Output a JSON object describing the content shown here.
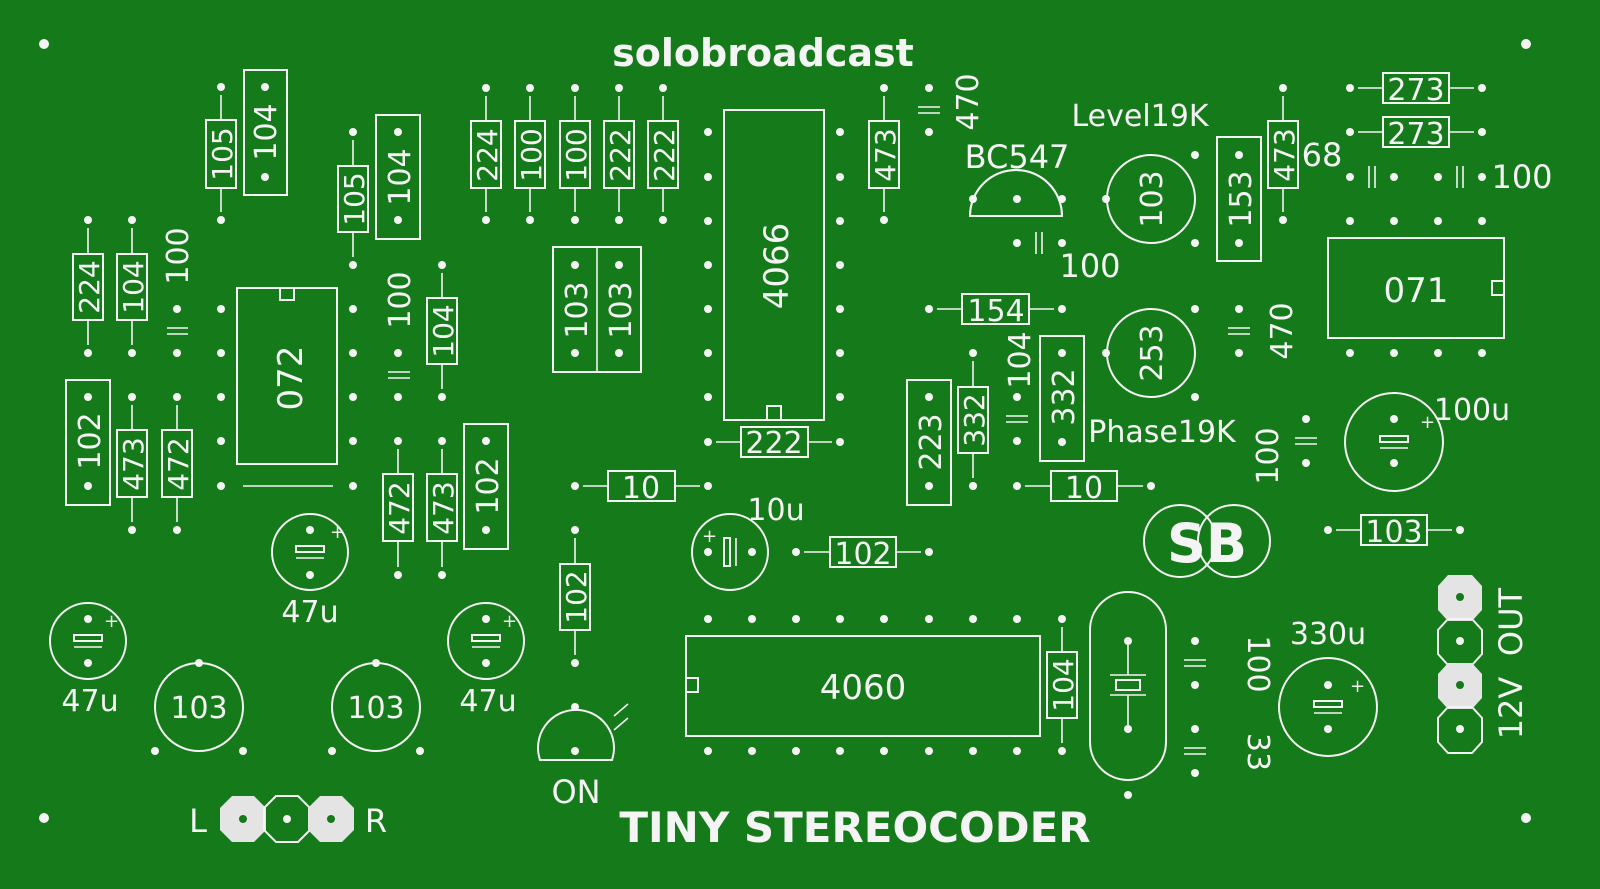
{
  "board": {
    "brand": "solobroadcast",
    "title": "TINY STEREOCODER",
    "logo": "SB",
    "colors": {
      "board": "#157a1a",
      "silk": "#f4f4f4"
    }
  },
  "labels": {
    "level": "Level19K",
    "phase": "Phase19K",
    "transistor": "BC547",
    "led": "ON",
    "left": "L",
    "right": "R",
    "out": "OUT",
    "power": "12V"
  },
  "ics": {
    "u072": "072",
    "u4066": "4066",
    "u071": "071",
    "u4060": "4060"
  },
  "resistors": {
    "r105a": "105",
    "r104a": "104",
    "r105b": "105",
    "r104b": "104",
    "r224a": "224",
    "r104c": "104",
    "r224b": "224",
    "r100a": "100",
    "r100b": "100",
    "r222a": "222",
    "r222b": "222",
    "r473a": "473",
    "r273a": "273",
    "r273b": "273",
    "r473b": "473",
    "r153": "153",
    "r104d": "104",
    "r103a": "103",
    "r103b": "103",
    "r102a": "102",
    "r473c": "473",
    "r472a": "472",
    "r472b": "472",
    "r473d": "473",
    "r102b": "102",
    "r154": "154",
    "r104e": "104",
    "r332a": "332",
    "r332b": "332",
    "r223": "223",
    "r222c": "222",
    "r10a": "10",
    "r10b": "10",
    "r102c": "102",
    "r102d": "102",
    "r103c": "103",
    "r104f": "104"
  },
  "capacitors": {
    "c100a": "100",
    "c100b": "100",
    "c470a": "470",
    "c68": "68",
    "c100c": "100",
    "c100d": "100",
    "c470b": "470",
    "c100e": "100",
    "c100f": "100",
    "c33": "33",
    "e47a": "47u",
    "e47b": "47u",
    "e47c": "47u",
    "e10": "10u",
    "e100": "100u",
    "e330": "330u"
  },
  "trimmers": {
    "t103a": "103",
    "t253": "253",
    "t103b": "103",
    "t103c": "103"
  }
}
